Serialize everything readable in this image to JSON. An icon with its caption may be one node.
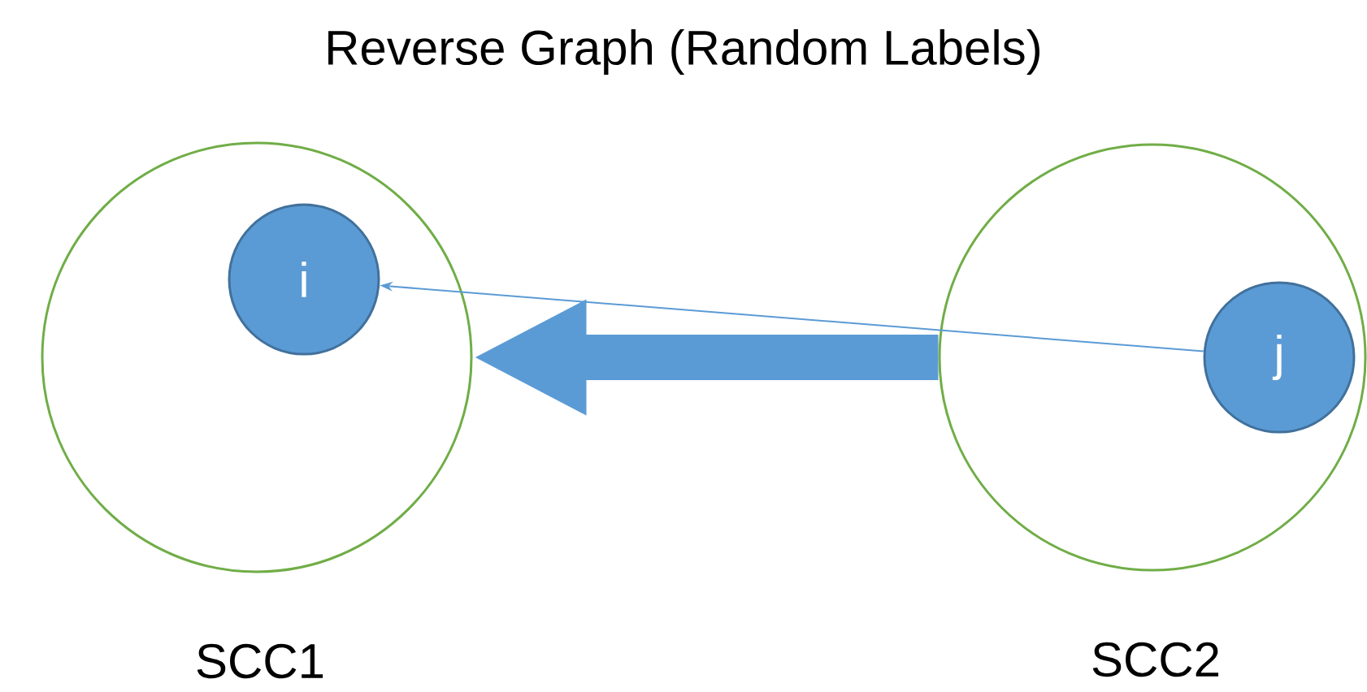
{
  "diagram": {
    "title": "Reverse Graph (Random Labels)",
    "nodes": [
      {
        "text": [],
        "shape": "circle",
        "beside": [
          "SCC1"
        ]
      },
      {
        "text": [
          "i"
        ],
        "in": 0
      },
      {
        "text": [],
        "shape": "circle",
        "beside": [
          "SCC2"
        ]
      },
      {
        "text": [
          "j"
        ],
        "in": 2
      }
    ],
    "edges": [
      {
        "from": 3,
        "to": 1,
        "arrow": "to"
      },
      {
        "from": 2,
        "to": 0,
        "arrow": "to",
        "style": "thick"
      }
    ]
  }
}
